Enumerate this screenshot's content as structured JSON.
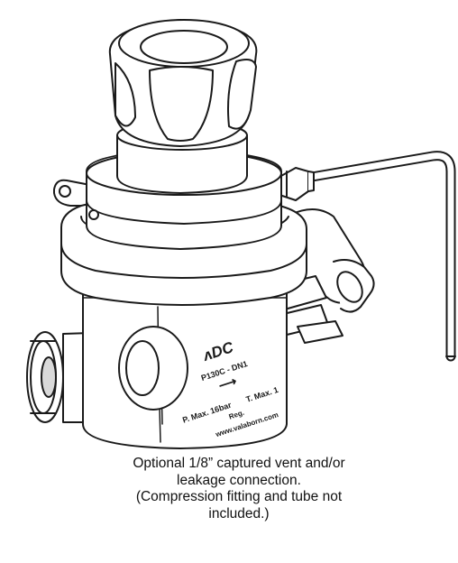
{
  "figure": {
    "body_markings": {
      "brand": "ᴧDC",
      "model": "P130C - DN1",
      "arrow": "⟶",
      "pressure": "P. Max. 16bar",
      "temperature": "T. Max. 1",
      "regulator": "Reg.",
      "website": "www.valaborn.com"
    },
    "caption_lines": [
      "Optional 1/8” captured vent and/or",
      "leakage connection.",
      "(Compression fitting and tube not",
      "included.)"
    ],
    "colors": {
      "line": "#1a1a1a",
      "fill": "#ffffff",
      "shade": "#d9d9d9",
      "dark": "#4a4a4a"
    }
  }
}
